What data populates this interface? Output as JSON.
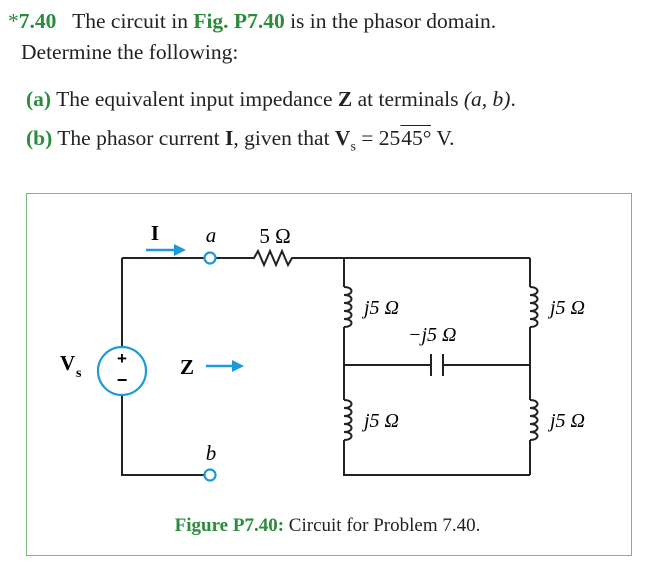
{
  "problem": {
    "star": "*",
    "number": "7.40",
    "text_pre": "The circuit in ",
    "fig_ref": "Fig. P7.40",
    "text_post": " is in the phasor domain.",
    "line2": "Determine the following:"
  },
  "parts": {
    "a": {
      "label": "(a)",
      "pre": "The equivalent input impedance ",
      "Z": "Z",
      "mid": " at terminals ",
      "terminals": "(a, b)",
      "end": "."
    },
    "b": {
      "label": "(b)",
      "pre": "The phasor current ",
      "I": "I",
      "mid": ", given that ",
      "V": "V",
      "sub": "s",
      "eq": " = 25",
      "angle": "45°",
      "unit": " V."
    }
  },
  "circuit": {
    "current_label": "I",
    "node_a": "a",
    "node_b": "b",
    "resistor": "5 Ω",
    "source_V": "V",
    "source_sub": "s",
    "plus": "+",
    "minus": "−",
    "Z_label": "Z",
    "L1": "j5 Ω",
    "L2": "j5 Ω",
    "L3": "j5 Ω",
    "L4": "j5 Ω",
    "C": "−j5 Ω",
    "accent": "#1a9ad6"
  },
  "caption": {
    "label": "Figure P7.40:",
    "text": " Circuit for Problem 7.40."
  }
}
